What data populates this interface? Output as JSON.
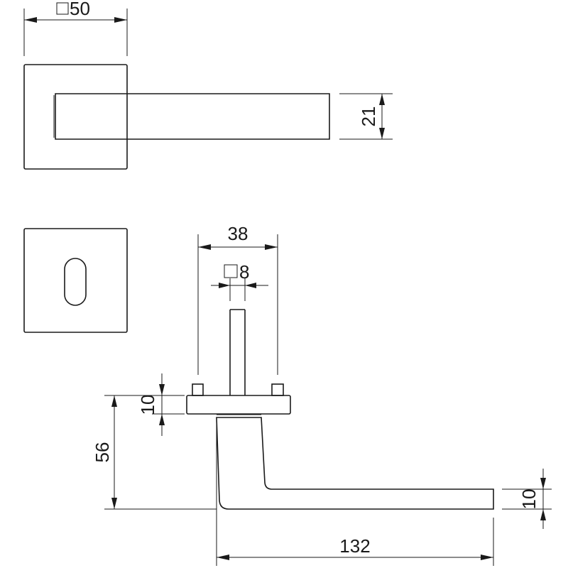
{
  "dimensions": {
    "rose_square": "50",
    "lever_height": "21",
    "spindle_spacing": "38",
    "spindle_square": "8",
    "rose_thickness": "10",
    "lever_depth": "56",
    "lever_thickness": "10",
    "lever_length": "132"
  }
}
